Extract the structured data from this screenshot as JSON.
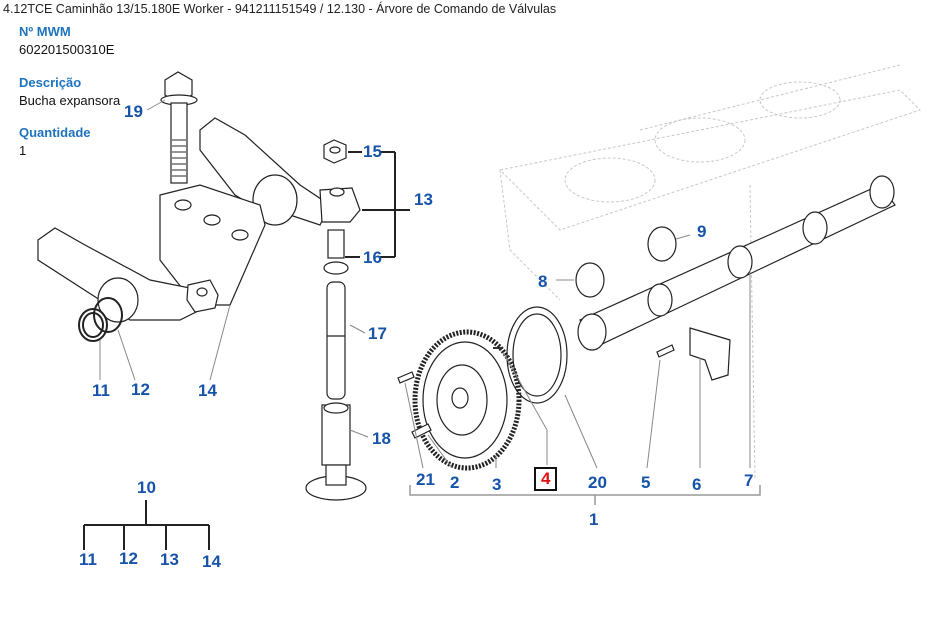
{
  "header": {
    "title": "4.12TCE Caminhão 13/15.180E Worker - 941211151549  /  12.130 - Árvore de Comando de Válvulas"
  },
  "part_info": {
    "mwm_label": "Nº MWM",
    "mwm_value": "602201500310E",
    "description_label": "Descrição",
    "description_value": "Bucha expansora",
    "quantity_label": "Quantidade",
    "quantity_value": "1"
  },
  "diagram": {
    "selected_callout": "4",
    "colors": {
      "callout": "#1753a8",
      "selected": "#e01010",
      "label": "#1e73be"
    },
    "callouts": {
      "c19": "19",
      "c15": "15",
      "c13": "13",
      "c16": "16",
      "c17": "17",
      "c18": "18",
      "c11": "11",
      "c12": "12",
      "c14": "14",
      "c9": "9",
      "c8": "8",
      "c21": "21",
      "c2": "2",
      "c3": "3",
      "c4": "4",
      "c20": "20",
      "c5": "5",
      "c6": "6",
      "c7": "7",
      "c1": "1"
    },
    "legend_tree": {
      "root": "10",
      "children": [
        "11",
        "12",
        "13",
        "14"
      ]
    }
  }
}
